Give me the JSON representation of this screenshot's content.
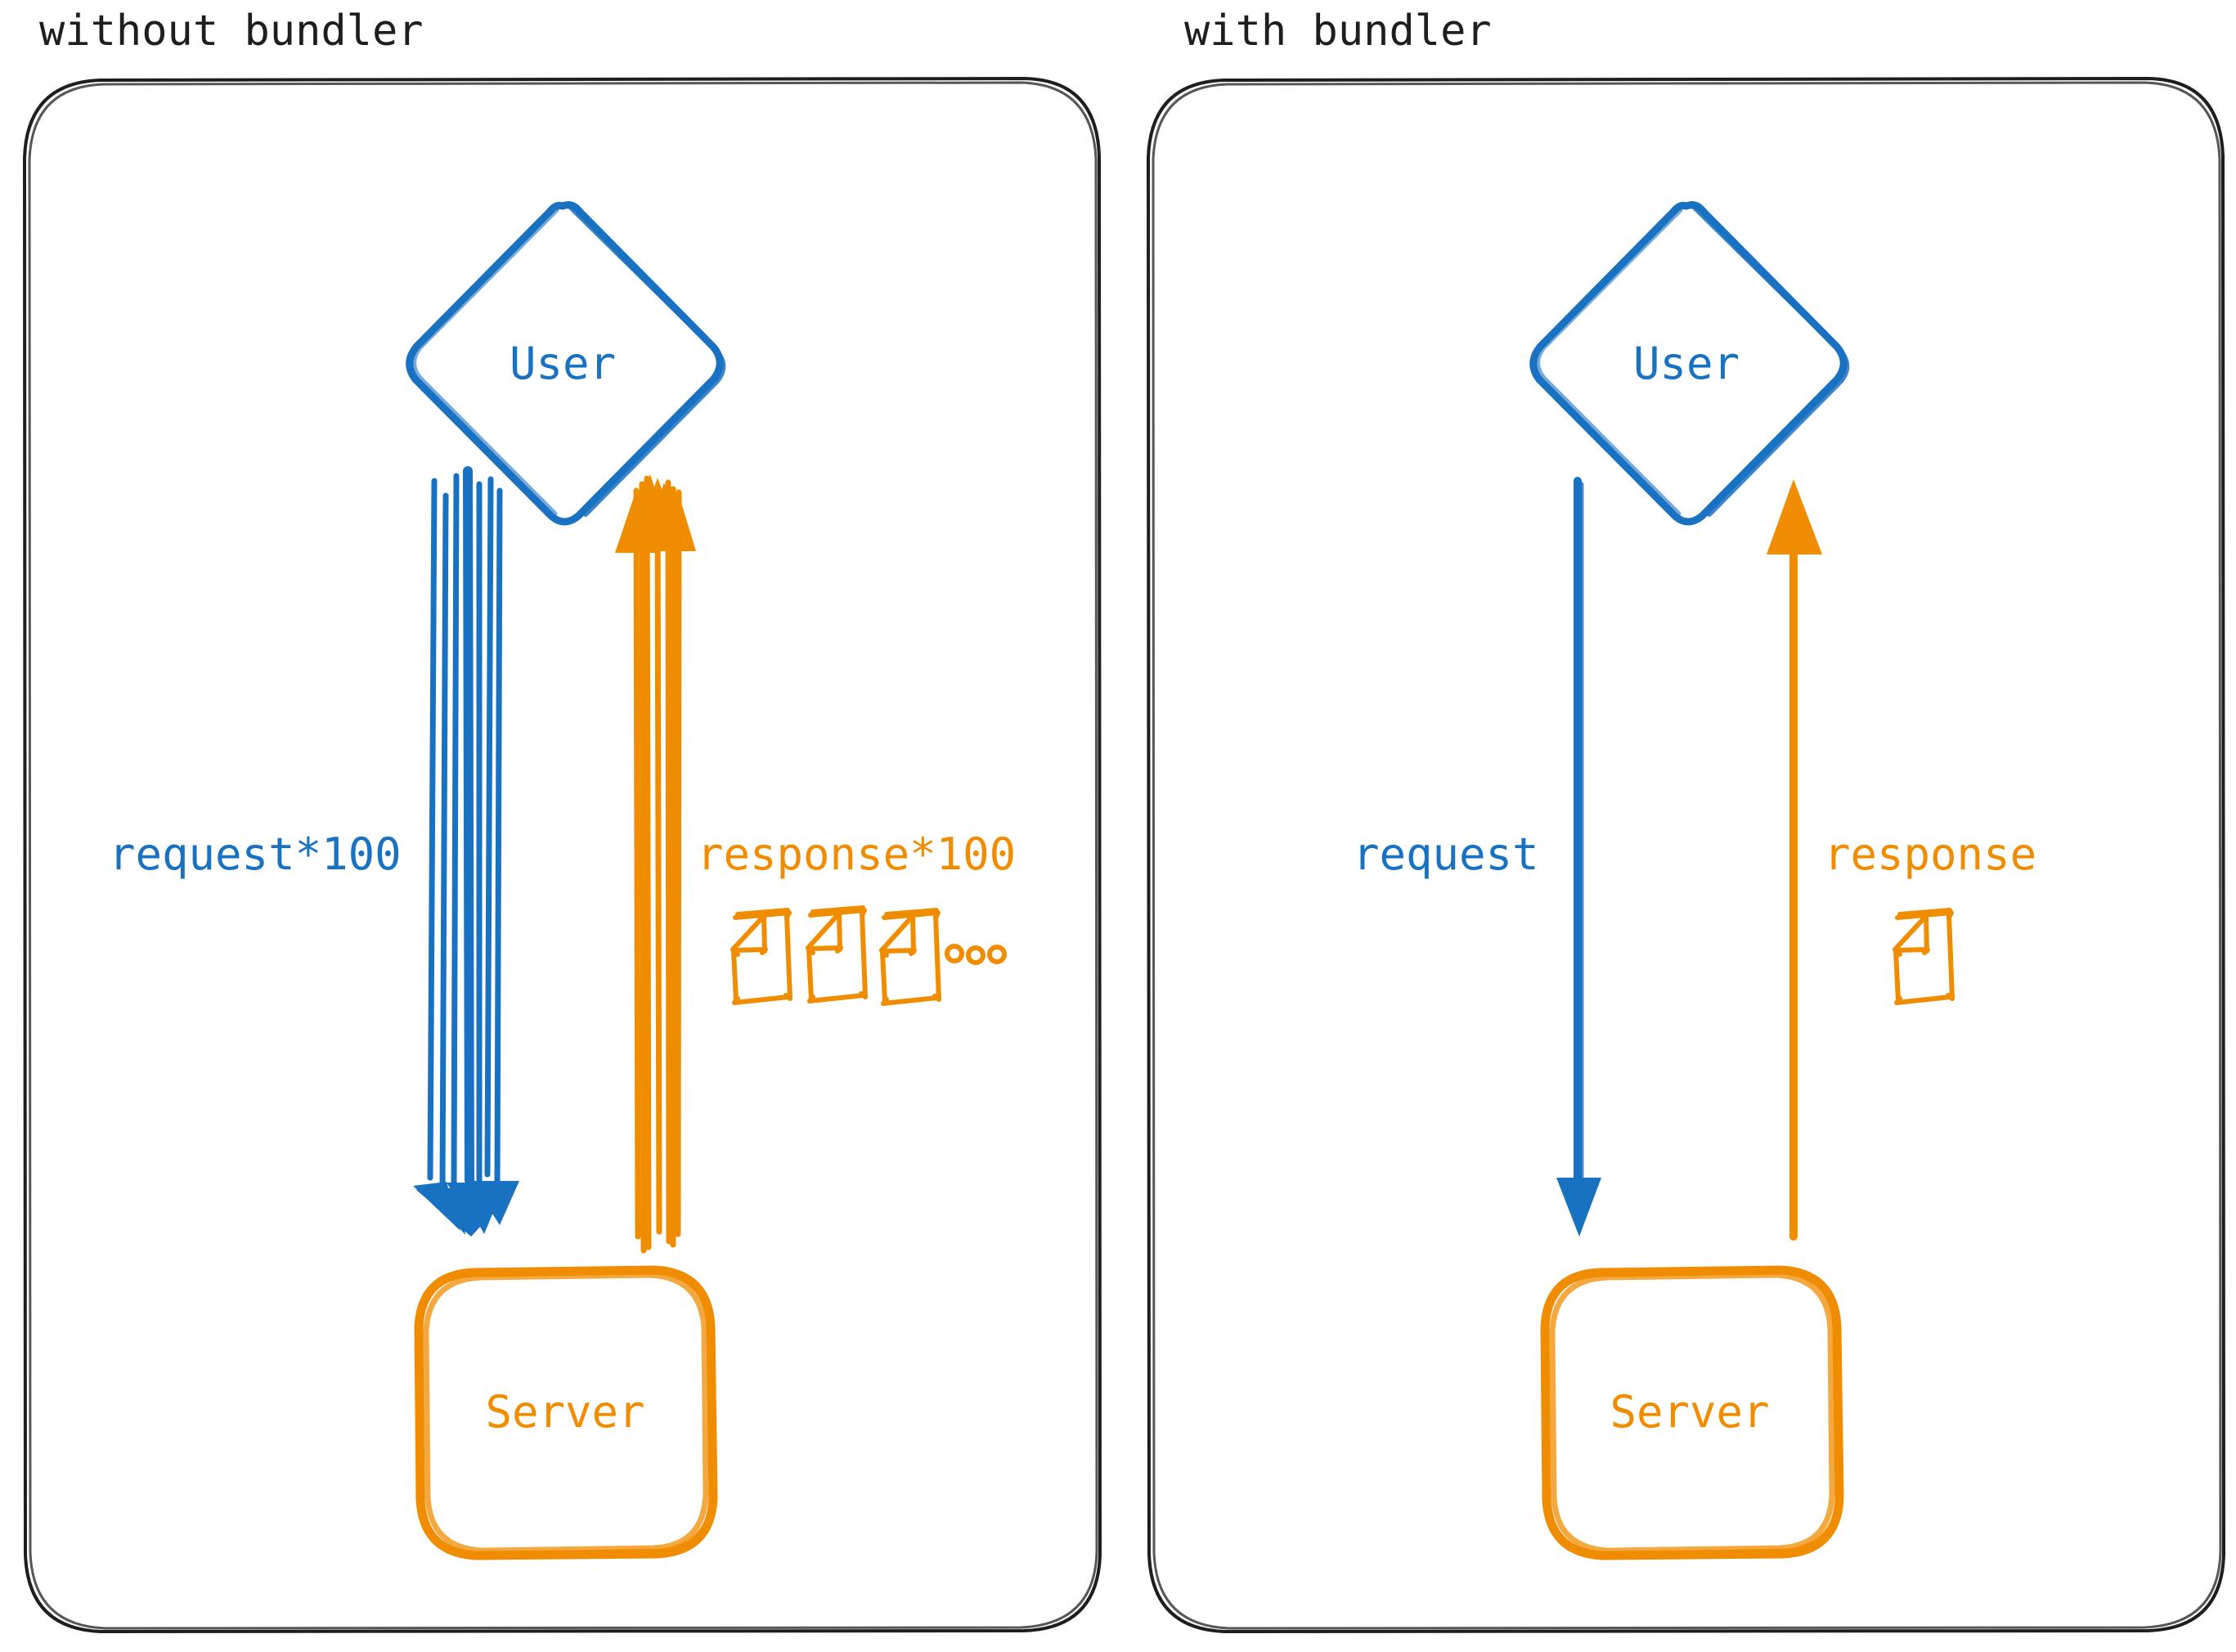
{
  "diagram": {
    "type": "comparison-diagram",
    "style": "hand-drawn-sketch",
    "background": "#ffffff",
    "colors": {
      "blue": "#1971c2",
      "orange": "#f08c00",
      "frame": "#1e1e1e"
    }
  },
  "panels": [
    {
      "id": "without-bundler",
      "title": "without bundler",
      "nodes": {
        "top": {
          "label": "User",
          "shape": "diamond",
          "color": "#1971c2"
        },
        "bottom": {
          "label": "Server",
          "shape": "rounded-rect",
          "color": "#f08c00"
        }
      },
      "edges": [
        {
          "label": "request*100",
          "direction": "user-to-server",
          "color": "#1971c2",
          "count": 100,
          "rendered_strands": 7
        },
        {
          "label": "response*100",
          "direction": "server-to-user",
          "color": "#f08c00",
          "count": 100,
          "rendered_strands": 7
        }
      ],
      "artifacts": {
        "documents": 3,
        "ellipsis": "•••",
        "color": "#f08c00"
      }
    },
    {
      "id": "with-bundler",
      "title": "with bundler",
      "nodes": {
        "top": {
          "label": "User",
          "shape": "diamond",
          "color": "#1971c2"
        },
        "bottom": {
          "label": "Server",
          "shape": "rounded-rect",
          "color": "#f08c00"
        }
      },
      "edges": [
        {
          "label": "request",
          "direction": "user-to-server",
          "color": "#1971c2",
          "count": 1,
          "rendered_strands": 1
        },
        {
          "label": "response",
          "direction": "server-to-user",
          "color": "#f08c00",
          "count": 1,
          "rendered_strands": 1
        }
      ],
      "artifacts": {
        "documents": 1,
        "ellipsis": "",
        "color": "#f08c00"
      }
    }
  ]
}
